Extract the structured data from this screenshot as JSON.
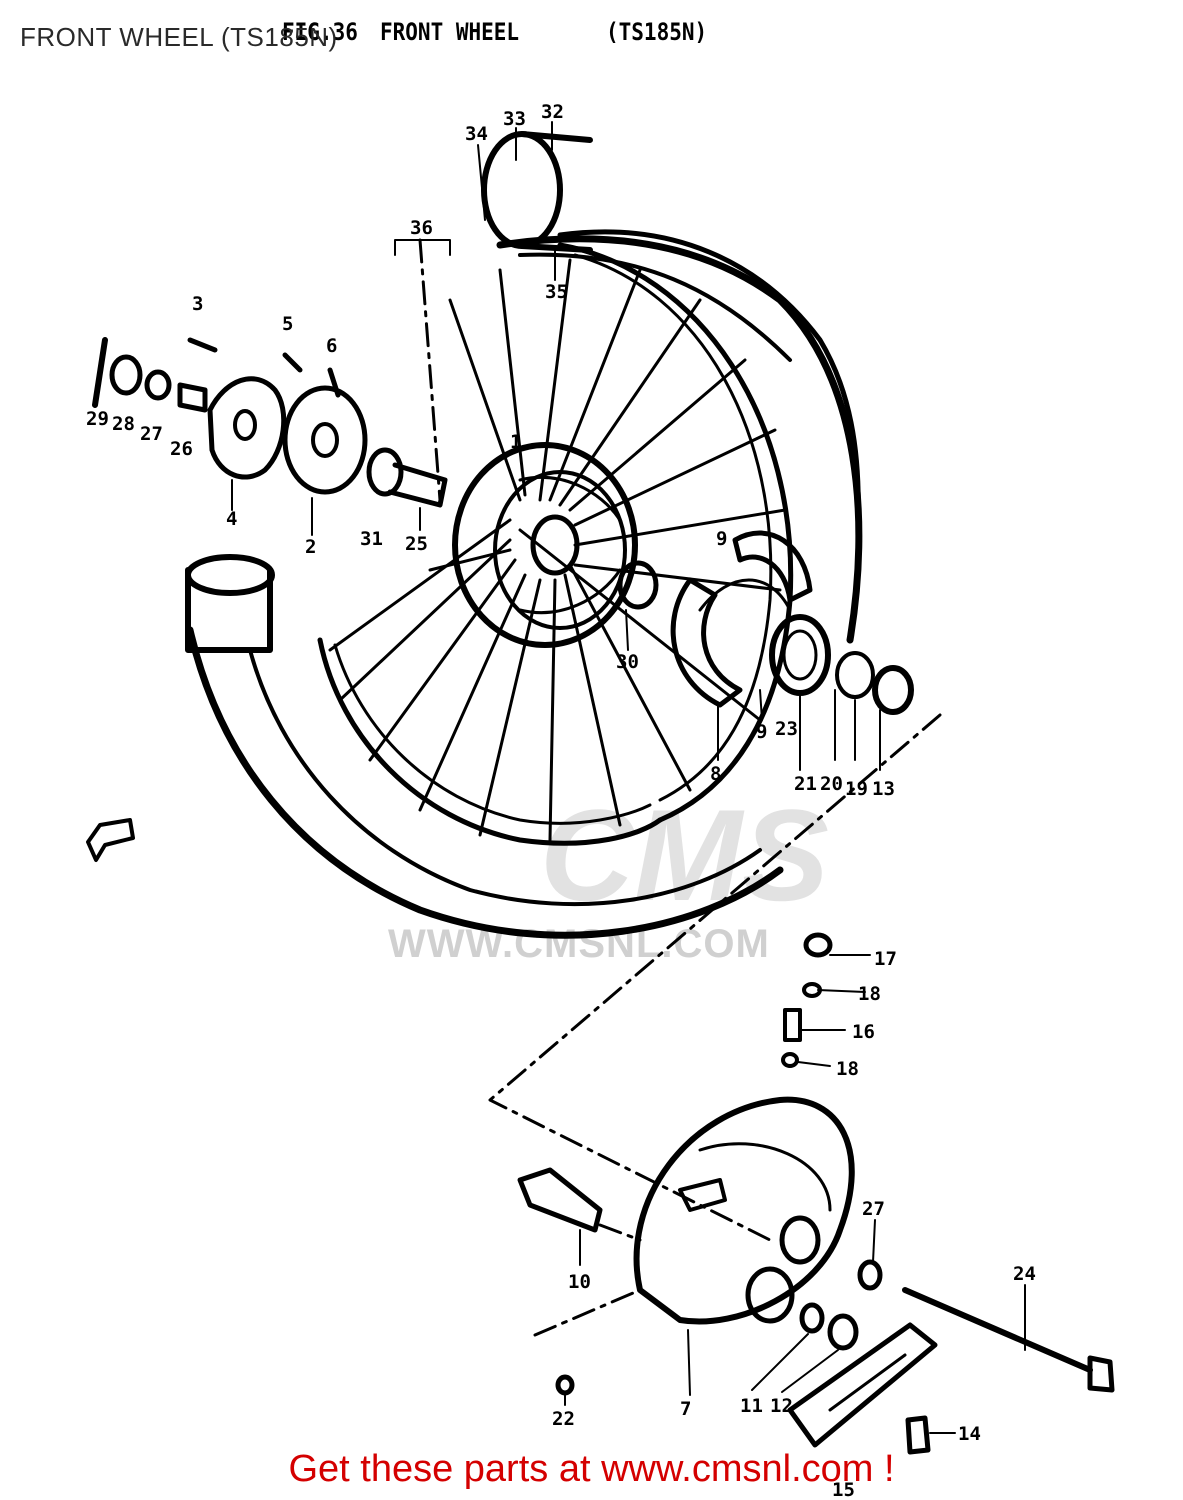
{
  "page": {
    "title": "FRONT WHEEL (TS185N)"
  },
  "figure": {
    "fig_label": "FIG.36",
    "fig_title": "FRONT WHEEL",
    "model": "(TS185N)"
  },
  "watermark": {
    "logo_text": "CMS",
    "url_text": "WWW.CMSNL.COM"
  },
  "cta": {
    "text": "Get these parts at www.cmsnl.com !"
  },
  "colors": {
    "line": "#000000",
    "cta": "#d40000",
    "watermark": "#d0d0d0"
  },
  "parts": [
    {
      "key": "p34",
      "label": "34"
    },
    {
      "key": "p33",
      "label": "33"
    },
    {
      "key": "p32",
      "label": "32"
    },
    {
      "key": "p36",
      "label": "36"
    },
    {
      "key": "p35",
      "label": "35"
    },
    {
      "key": "p3",
      "label": "3"
    },
    {
      "key": "p5",
      "label": "5"
    },
    {
      "key": "p6",
      "label": "6"
    },
    {
      "key": "p29",
      "label": "29"
    },
    {
      "key": "p28",
      "label": "28"
    },
    {
      "key": "p27a",
      "label": "27"
    },
    {
      "key": "p26",
      "label": "26"
    },
    {
      "key": "p4",
      "label": "4"
    },
    {
      "key": "p2",
      "label": "2"
    },
    {
      "key": "p31",
      "label": "31"
    },
    {
      "key": "p25",
      "label": "25"
    },
    {
      "key": "p1",
      "label": "1"
    },
    {
      "key": "p9a",
      "label": "9"
    },
    {
      "key": "p30",
      "label": "30"
    },
    {
      "key": "p9b",
      "label": "9"
    },
    {
      "key": "p23",
      "label": "23"
    },
    {
      "key": "p21",
      "label": "21"
    },
    {
      "key": "p20",
      "label": "20"
    },
    {
      "key": "p19",
      "label": "19"
    },
    {
      "key": "p13",
      "label": "13"
    },
    {
      "key": "p8",
      "label": "8"
    },
    {
      "key": "p17",
      "label": "17"
    },
    {
      "key": "p18a",
      "label": "18"
    },
    {
      "key": "p16",
      "label": "16"
    },
    {
      "key": "p18b",
      "label": "18"
    },
    {
      "key": "p10",
      "label": "10"
    },
    {
      "key": "p27b",
      "label": "27"
    },
    {
      "key": "p24",
      "label": "24"
    },
    {
      "key": "p7",
      "label": "7"
    },
    {
      "key": "p11",
      "label": "11"
    },
    {
      "key": "p12",
      "label": "12"
    },
    {
      "key": "p22",
      "label": "22"
    },
    {
      "key": "p14",
      "label": "14"
    },
    {
      "key": "p15",
      "label": "15"
    }
  ]
}
